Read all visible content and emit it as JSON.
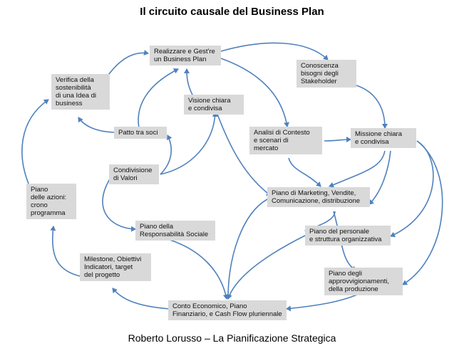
{
  "title": "Il circuito causale del Business Plan",
  "footer": "Roberto Lorusso – La Pianificazione Strategica",
  "colors": {
    "arrow": "#4f81bd",
    "box": "#d9d9d9"
  },
  "nodes": {
    "realizzare": [
      "Realizzare e Gest're",
      "un Business Plan"
    ],
    "conoscenza": [
      "Conoscenza",
      "bisogni degli",
      "Stakeholder"
    ],
    "verifica": [
      "Verifica della",
      "sostenibilità",
      "di una Idea di",
      "business"
    ],
    "visione": [
      "Visione chiara",
      "e condivisa"
    ],
    "patto": [
      "Patto tra soci"
    ],
    "analisi": [
      "Analisi di Contesto",
      " e scenari di",
      "mercato"
    ],
    "missione": [
      "Missione chiara",
      "e condivisa"
    ],
    "condivisione": [
      "Condivisione",
      "di Valori"
    ],
    "piano_marketing": [
      "Piano di Marketing, Vendite,",
      "Comunicazione, distribuzione"
    ],
    "piano_azioni": [
      "Piano",
      "delle azioni:",
      "crono",
      "programma"
    ],
    "piano_resp": [
      "Piano della",
      "Responsabilità Sociale"
    ],
    "piano_personale": [
      "Piano del personale",
      "  e struttura organizzativa"
    ],
    "milestone": [
      "Milestone, Obiettivi",
      "Indicatori, target",
      "del progetto"
    ],
    "piano_approv": [
      "Piano degli",
      "approvvigionamenti,",
      "della produzione"
    ],
    "conto": [
      "Conto Economico, Piano",
      "Finanziario, e Cash Flow pluriennale"
    ]
  }
}
